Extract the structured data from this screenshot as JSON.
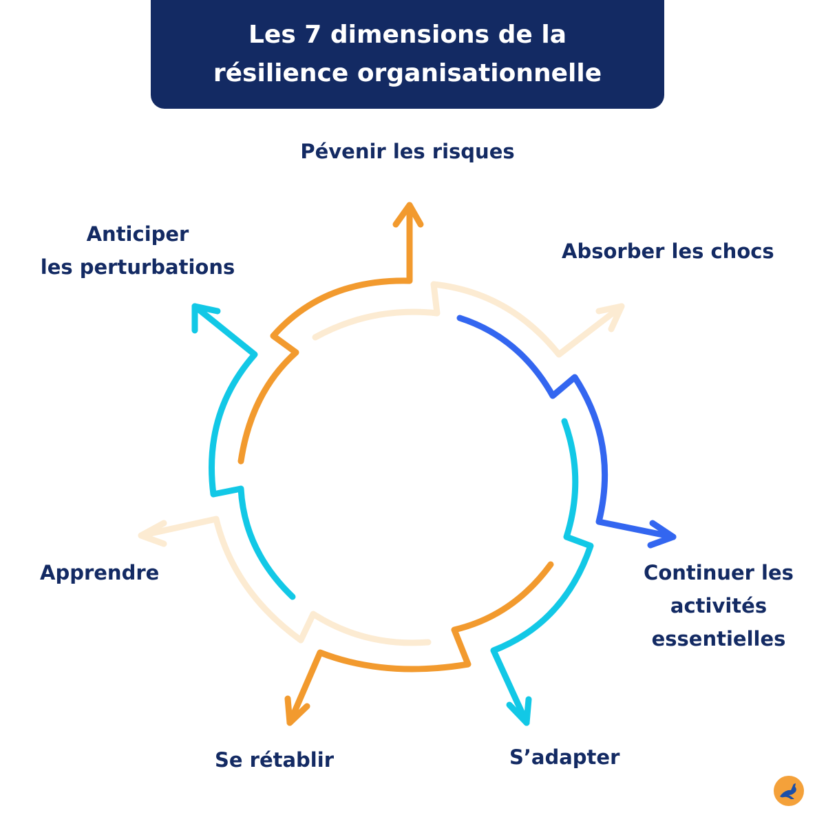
{
  "title": {
    "line1": "Les 7  dimensions de la",
    "line2": "résilience organisationnelle"
  },
  "dimensions": {
    "prevenir": "Pévenir les risques",
    "anticiper_line1": "Anticiper",
    "anticiper_line2": "les perturbations",
    "absorber": "Absorber les chocs",
    "continuer_line1": "Continuer les",
    "continuer_line2": "activités",
    "continuer_line3": "essentielles",
    "adapter": "S’adapter",
    "retablir": "Se rétablir",
    "apprendre": "Apprendre"
  },
  "colors": {
    "navy": "#132a63",
    "orange": "#f29a2e",
    "cyan": "#12c8e6",
    "blue": "#3366f0",
    "cream": "#fcebd2"
  },
  "icons": {
    "logo": "kangaroo-logo-icon"
  }
}
